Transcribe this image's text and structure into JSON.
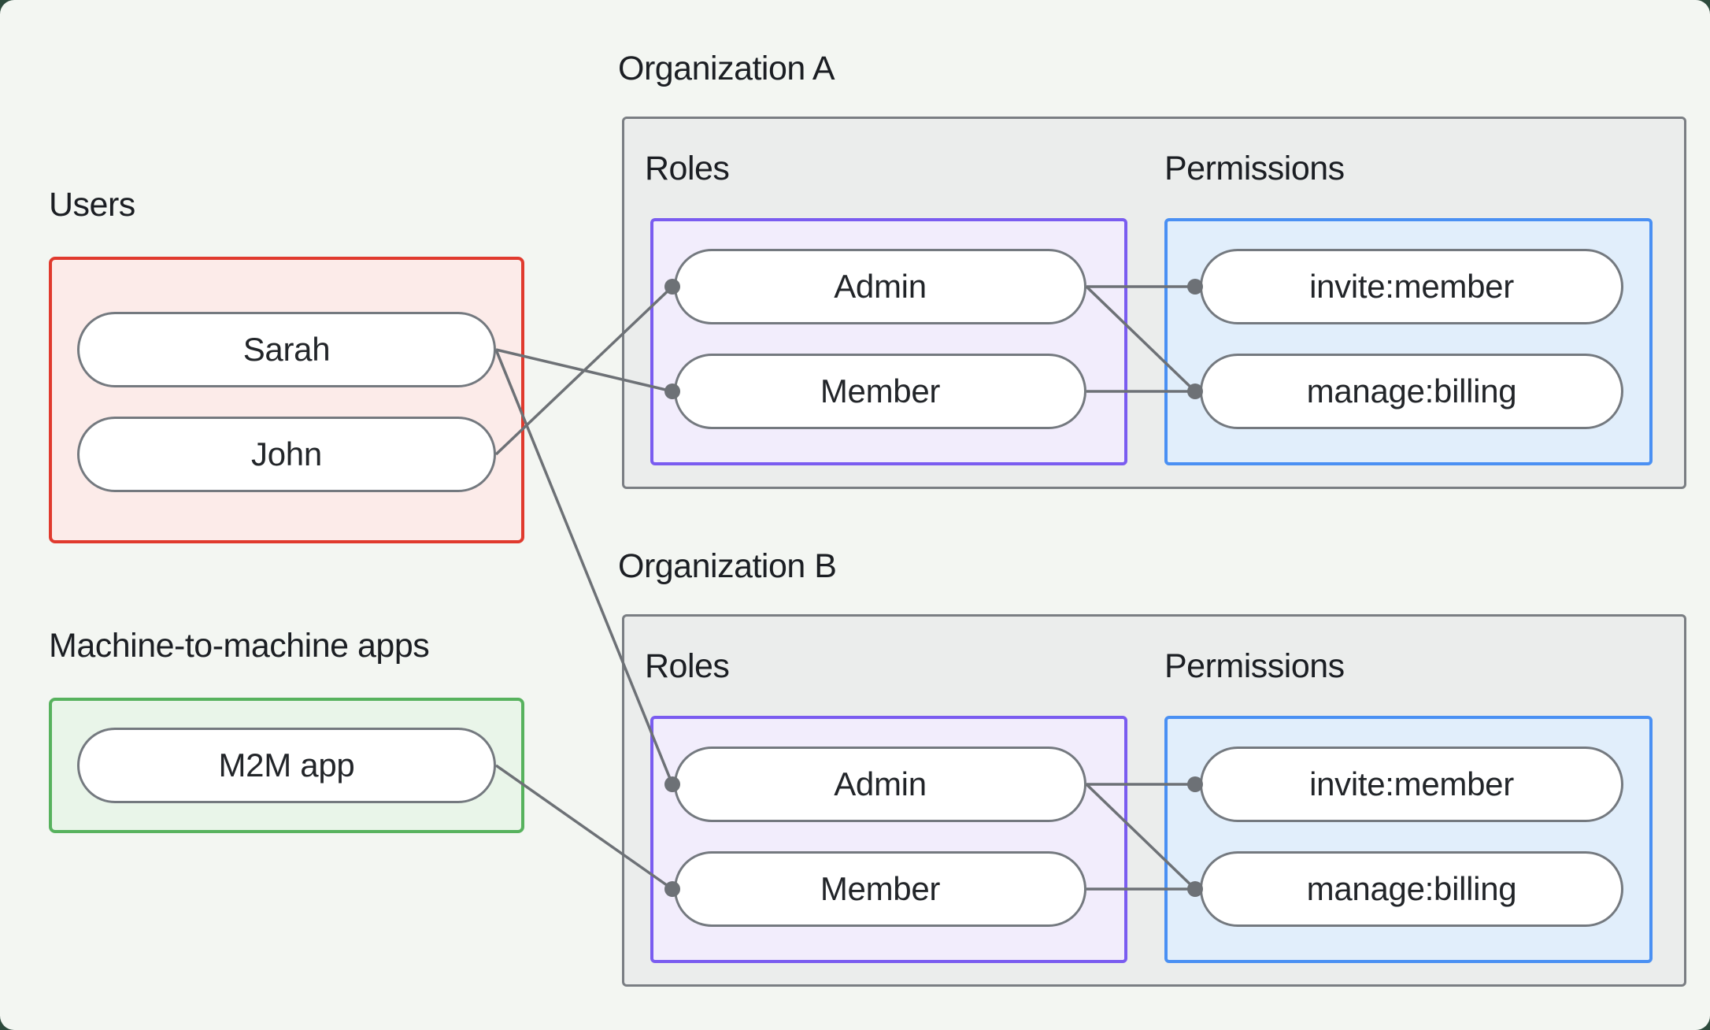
{
  "users_section": {
    "label": "Users",
    "users": [
      "Sarah",
      "John"
    ]
  },
  "m2m_section": {
    "label": "Machine-to-machine apps",
    "apps": [
      "M2M app"
    ]
  },
  "organizations": [
    {
      "title": "Organization A",
      "roles_label": "Roles",
      "permissions_label": "Permissions",
      "roles": [
        "Admin",
        "Member"
      ],
      "permissions": [
        "invite:member",
        "manage:billing"
      ]
    },
    {
      "title": "Organization B",
      "roles_label": "Roles",
      "permissions_label": "Permissions",
      "roles": [
        "Admin",
        "Member"
      ],
      "permissions": [
        "invite:member",
        "manage:billing"
      ]
    }
  ],
  "connections": [
    {
      "from": "sarah",
      "to": "org_a_member"
    },
    {
      "from": "john",
      "to": "org_a_admin"
    },
    {
      "from": "sarah",
      "to": "org_b_admin"
    },
    {
      "from": "m2m_app",
      "to": "org_b_member"
    },
    {
      "from": "org_a_admin",
      "to": "org_a_invite_member"
    },
    {
      "from": "org_a_admin",
      "to": "org_a_manage_billing"
    },
    {
      "from": "org_a_member",
      "to": "org_a_manage_billing"
    },
    {
      "from": "org_b_admin",
      "to": "org_b_invite_member"
    },
    {
      "from": "org_b_admin",
      "to": "org_b_manage_billing"
    },
    {
      "from": "org_b_member",
      "to": "org_b_manage_billing"
    }
  ],
  "colors": {
    "page_background": "#f3f6f2",
    "outer_background": "#2d4a3c",
    "users_border": "#e03a2e",
    "users_fill": "#fcebe9",
    "m2m_border": "#57b25e",
    "m2m_fill": "#e9f5e9",
    "org_border": "#7a7e83",
    "org_fill": "#ebedec",
    "roles_border": "#7a5cf0",
    "roles_fill": "#f2edfc",
    "permissions_border": "#4a90f3",
    "permissions_fill": "#e1eefb",
    "node_border": "#74797f",
    "wire": "#6d7176",
    "text": "#1b1e23"
  }
}
